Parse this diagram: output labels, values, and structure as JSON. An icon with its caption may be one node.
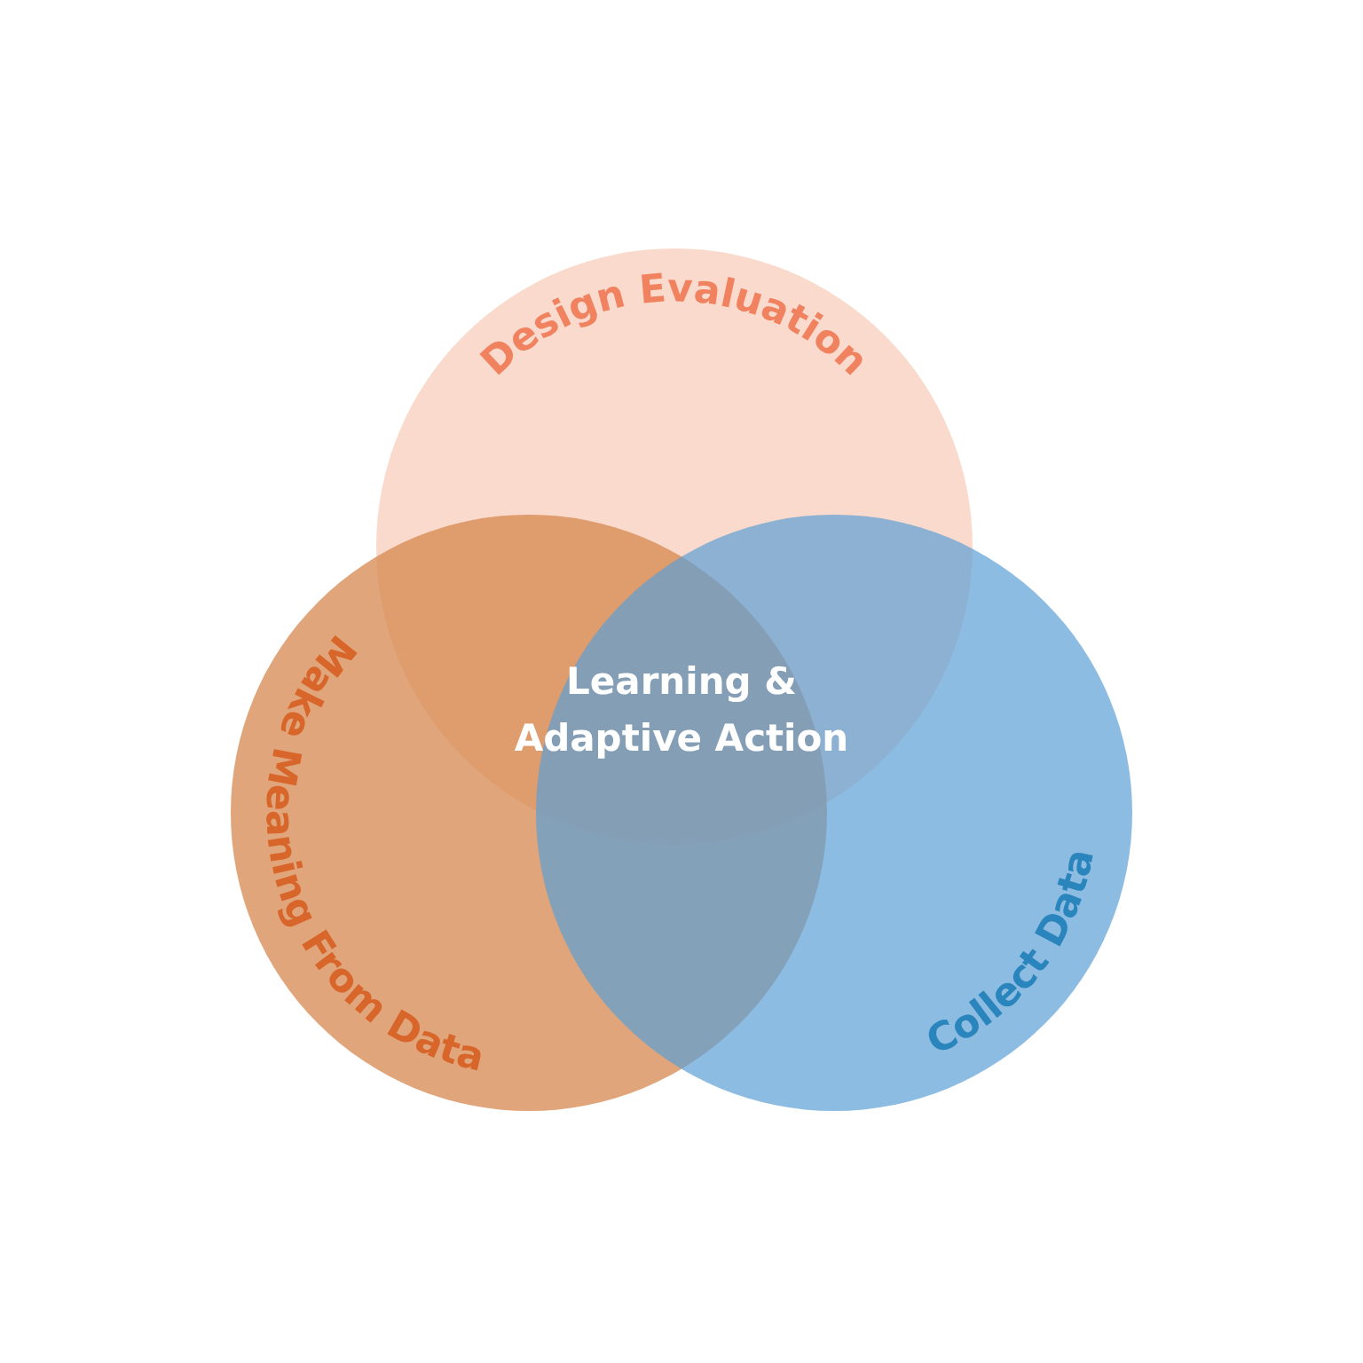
{
  "diagram": {
    "nodes": [
      {
        "text": [
          "Design Evaluation"
        ]
      },
      {
        "text": [
          "Make Meaning From Data"
        ]
      },
      {
        "text": [
          "Collect Data"
        ]
      }
    ],
    "labels": [
      "Learning & Adaptive Action"
    ]
  }
}
